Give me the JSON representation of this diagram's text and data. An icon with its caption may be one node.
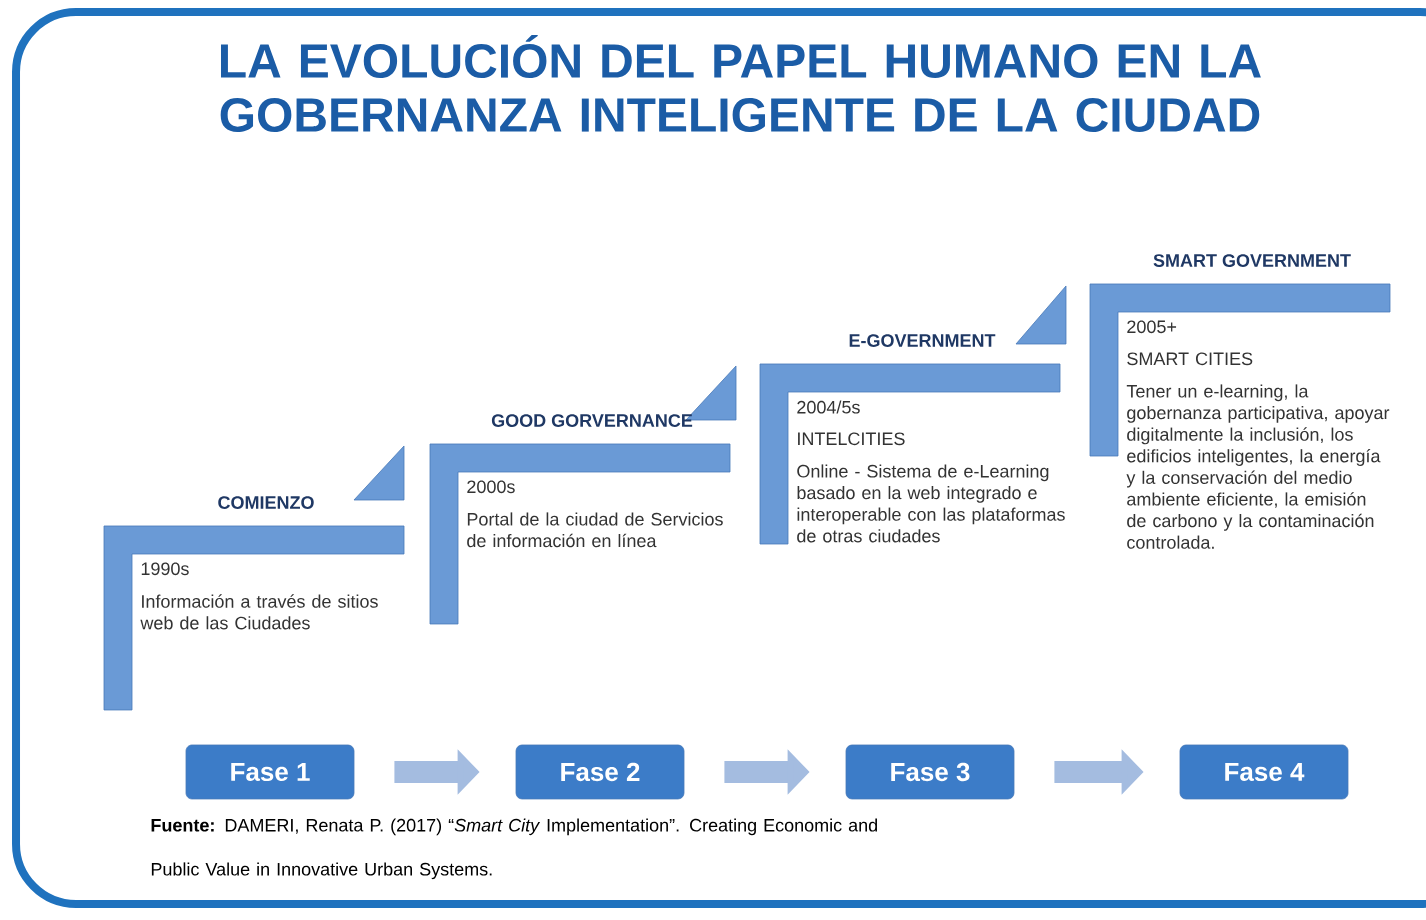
{
  "diagram": {
    "title": "LA EVOLUCIÓN DEL PAPEL HUMANO EN LA GOBERNANZA INTELIGENTE DE LA CIUDAD",
    "caption": "**Fuente:** DAMERI, Renata P. (2017) “*Smart City* Implementation”. Creating Economic and Public Value in Innovative Urban Systems.",
    "nodes": [
      {
        "text": [
          "COMIENZO",
          "1990s",
          "Información a través de sitios web de las Ciudades"
        ]
      },
      {
        "text": [
          "GOOD GORVERNANCE",
          "2000s",
          "Portal de la ciudad de Servicios de información en línea"
        ]
      },
      {
        "text": [
          "E-GOVERNMENT",
          "2004/5s",
          "INTELCITIES",
          "Online - Sistema de e-Learning basado en la web integrado e interoperable con las plataformas de otras ciudades"
        ]
      },
      {
        "text": [
          "SMART GOVERNMENT",
          "2005+",
          "SMART CITIES",
          "Tener un e-learning, la gobernanza participativa, apoyar digitalmente la inclusión, los edificios inteligentes, la energía y la conservación del medio ambiente eficiente, la emisión de carbono y la contaminación controlada."
        ]
      },
      {
        "text": [
          "Fase 1"
        ]
      },
      {
        "text": [
          "Fase 2"
        ]
      },
      {
        "text": [
          "Fase 3"
        ]
      },
      {
        "text": [
          "Fase 4"
        ]
      }
    ],
    "edges": [
      {
        "from": 4,
        "to": 5,
        "arrow": "to"
      },
      {
        "from": 5,
        "to": 6,
        "arrow": "to"
      },
      {
        "from": 6,
        "to": 7,
        "arrow": "to"
      }
    ]
  }
}
